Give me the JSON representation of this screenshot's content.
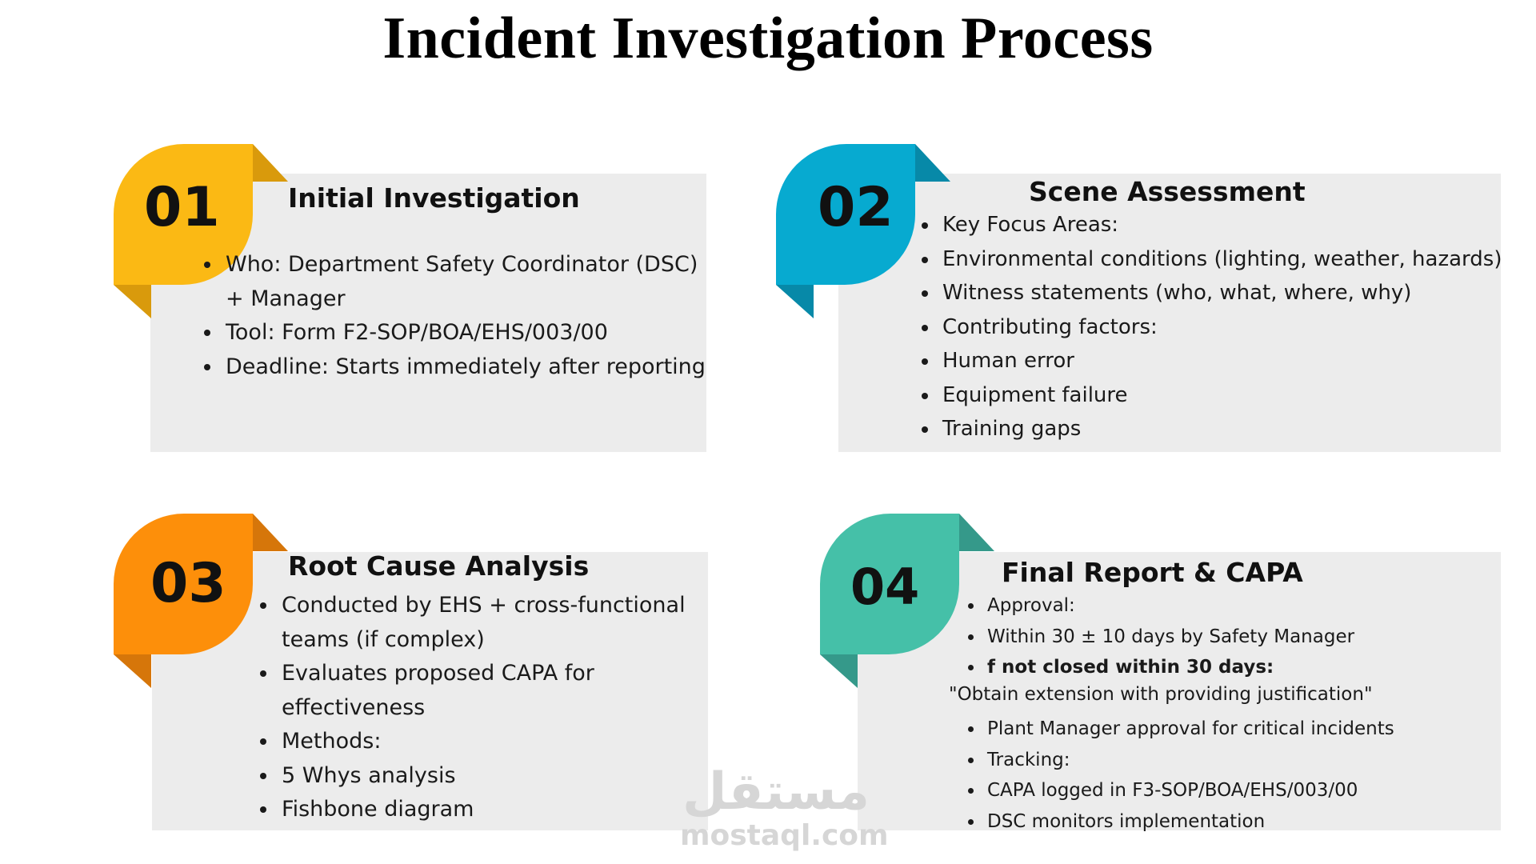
{
  "title": "Incident Investigation Process",
  "colors": {
    "step1": "#fbb914",
    "step1_fold": "#d99a0c",
    "step2": "#07aad0",
    "step2_fold": "#0789a8",
    "step3": "#fd8f0a",
    "step3_fold": "#d6760a",
    "step4": "#45c0a8",
    "step4_fold": "#35998a",
    "card_bg": "#ececec"
  },
  "steps": [
    {
      "number": "01",
      "heading": "Initial Investigation",
      "items": [
        "Who: Department Safety Coordinator (DSC) + Manager",
        "Tool: Form F2-SOP/BOA/EHS/003/00",
        "Deadline: Starts immediately after reporting"
      ]
    },
    {
      "number": "02",
      "heading": "Scene Assessment",
      "items": [
        "Key Focus Areas:",
        "Environmental conditions (lighting, weather, hazards)",
        "Witness statements (who, what, where, why)",
        "Contributing factors:",
        "Human error",
        "Equipment failure",
        "Training gaps"
      ]
    },
    {
      "number": "03",
      "heading": "Root Cause Analysis",
      "items": [
        "Conducted by EHS + cross-functional teams (if complex)",
        "Evaluates proposed CAPA for effectiveness",
        "Methods:",
        "5 Whys analysis",
        "Fishbone diagram"
      ]
    },
    {
      "number": "04",
      "heading": "Final Report & CAPA",
      "items_a": [
        "Approval:",
        "Within 30 ± 10 days by Safety Manager",
        "f not closed within 30 days:"
      ],
      "quote": "\"Obtain extension with providing justification\"",
      "items_b": [
        "Plant Manager approval for critical incidents",
        "Tracking:",
        "CAPA logged in F3-SOP/BOA/EHS/003/00",
        "DSC monitors implementation"
      ]
    }
  ],
  "watermark": {
    "arabic": "مستقل",
    "latin": "mostaql.com"
  }
}
